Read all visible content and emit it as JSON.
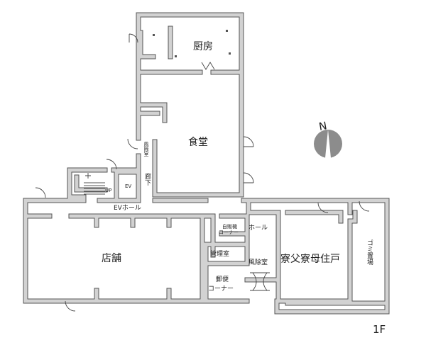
{
  "floor_label": "1F",
  "compass": {
    "label": "N"
  },
  "rooms": {
    "kitchen": "厨房",
    "dining": "食堂",
    "windbreak_upper": "風除室",
    "corridor": "廊下",
    "elevator": "EV",
    "stairs_up": "UP",
    "ev_hall": "EVホール",
    "shop": "店舗",
    "vending_line1": "自販機",
    "vending_line2": "コーナー",
    "hall": "ホール",
    "office": "管理室",
    "windbreak_lower": "風除室",
    "mail_line1": "郵便",
    "mail_line2": "コーナー",
    "residence": "寮父寮母住戸",
    "garbage": "ゴミ置場"
  },
  "colors": {
    "wall": "#d2d2d2",
    "outline": "#555555",
    "compass": "#8c8c8c"
  }
}
